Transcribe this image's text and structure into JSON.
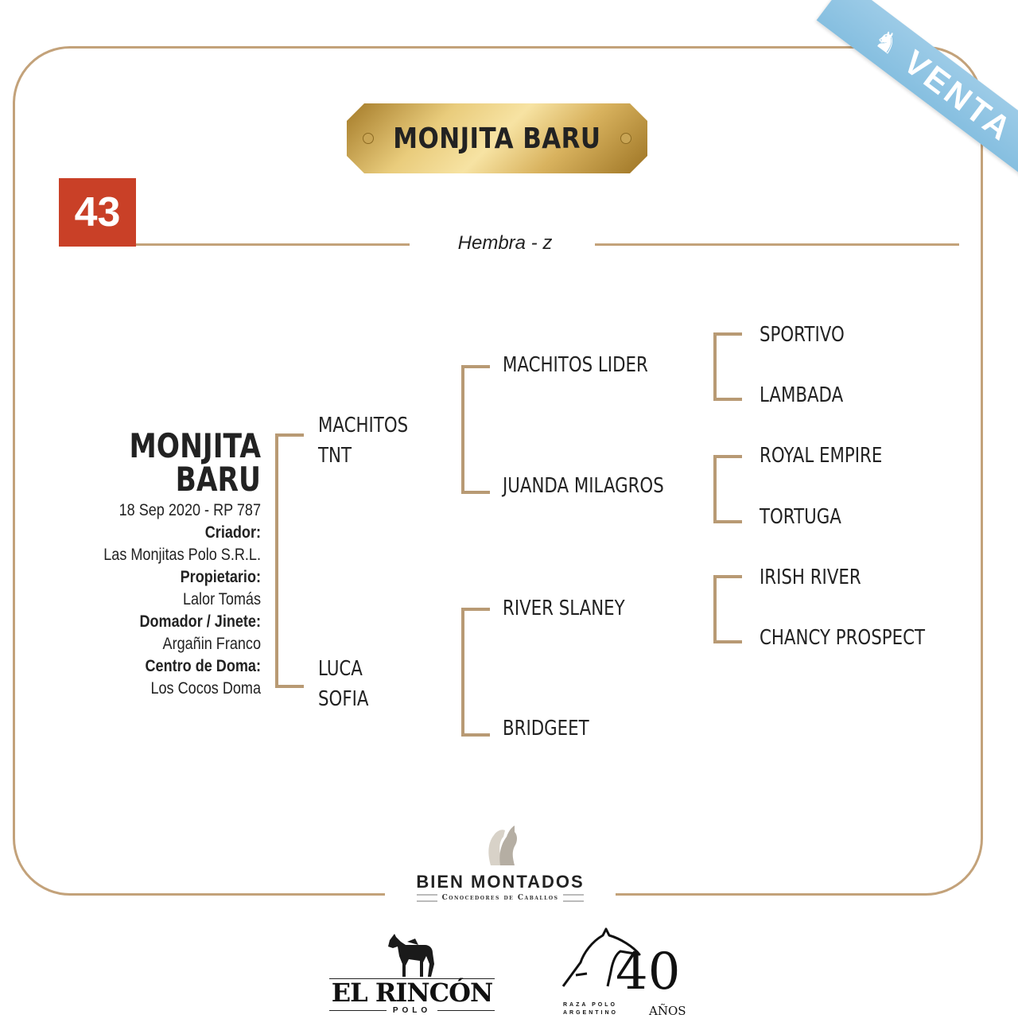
{
  "ribbon": {
    "label": "VENTA"
  },
  "plate": {
    "title": "MONJITA BARU"
  },
  "lot": {
    "number": "43"
  },
  "subtitle": "Hembra - z",
  "horse": {
    "name_line1": "MONJITA",
    "name_line2": "BARU",
    "birth": "18 Sep 2020 - RP 787",
    "criador_label": "Criador:",
    "criador": "Las Monjitas Polo S.R.L.",
    "propietario_label": "Propietario:",
    "propietario": "Lalor Tomás",
    "domador_label": "Domador / Jinete:",
    "domador": "Argañin Franco",
    "centro_label": "Centro de Doma:",
    "centro": "Los Cocos Doma"
  },
  "pedigree": {
    "sire_line1": "MACHITOS",
    "sire_line2": "TNT",
    "dam_line1": "LUCA",
    "dam_line2": "SOFIA",
    "sire_sire": "MACHITOS LIDER",
    "sire_dam": "JUANDA MILAGROS",
    "dam_sire": "RIVER SLANEY",
    "dam_dam": "BRIDGEET",
    "ggp": [
      "SPORTIVO",
      "LAMBADA",
      "ROYAL EMPIRE",
      "TORTUGA",
      "IRISH RIVER",
      "CHANCY PROSPECT"
    ]
  },
  "logos": {
    "bien_montados": "BIEN MONTADOS",
    "bien_montados_tag": "Conocedores de Caballos",
    "el_rincon": "EL RINCÓN",
    "el_rincon_sub": "POLO",
    "aniv_number": "40",
    "aniv_years": "AÑOS",
    "aniv_l1": "RAZA POLO",
    "aniv_l2": "ARGENTINO"
  },
  "colors": {
    "gold": "#c3a27a",
    "lot_red": "#c94027",
    "ribbon_blue": "#8fc4e3"
  }
}
